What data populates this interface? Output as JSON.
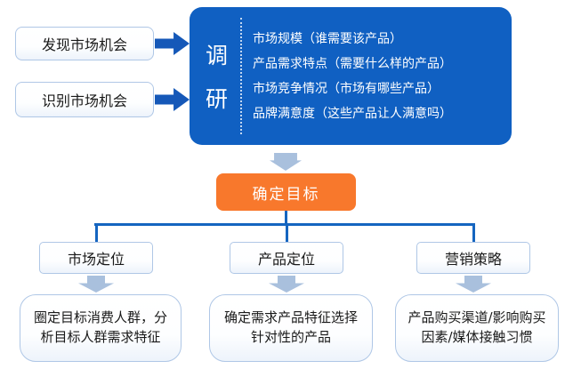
{
  "colors": {
    "primary_blue": "#1060C2",
    "arrow_blue": "#1558B8",
    "connector_blue": "#1565C0",
    "light_arrow": "#A9C0DD",
    "orange": "#F8782C",
    "box_border": "#AFC7E6",
    "text_dark": "#1A1A1A",
    "white": "#FFFFFF"
  },
  "icons": {
    "right_arrow": "arrow-right-icon",
    "down_arrow": "arrow-down-icon"
  },
  "sources": [
    {
      "label": "发现市场机会"
    },
    {
      "label": "识别市场机会"
    }
  ],
  "research": {
    "title": "调研",
    "title_chars": {
      "0": "调",
      "1": "研"
    },
    "items": [
      "市场规模（谁需要该产品）",
      "产品需求特点（需要什么样的产品）",
      "市场竞争情况（市场有哪些产品）",
      "品牌满意度（这些产品让人满意吗）"
    ]
  },
  "goal": {
    "label": "确定目标"
  },
  "branches": [
    {
      "label": "市场定位",
      "description": "圈定目标消费人群，分析目标人群需求特征"
    },
    {
      "label": "产品定位",
      "description": "确定需求产品特征选择针对性的产品"
    },
    {
      "label": "营销策略",
      "description": "产品购买渠道/影响购买因素/媒体接触习惯"
    }
  ]
}
